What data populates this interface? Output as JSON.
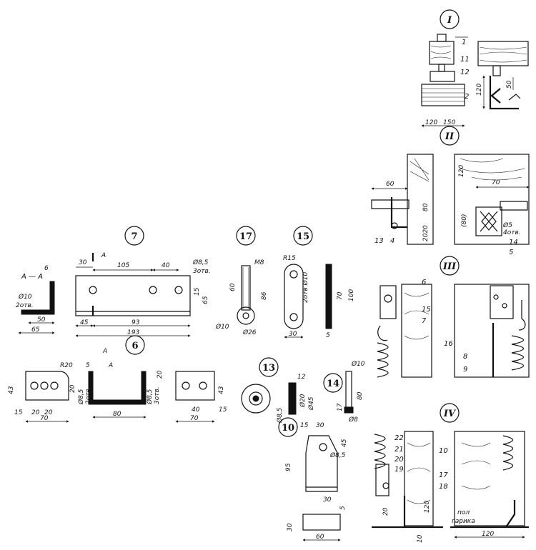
{
  "views": {
    "I": "I",
    "II": "II",
    "III": "III",
    "IV": "IV"
  },
  "parts": {
    "p7": "7",
    "p17": "17",
    "p15": "15",
    "p6": "6",
    "p13": "13",
    "p14": "14",
    "p10": "10"
  },
  "callouts": {
    "c1": "1",
    "c11": "11",
    "c12": "12",
    "c2": "2",
    "c13": "13",
    "c4": "4",
    "c14": "14",
    "c5": "5",
    "c6": "6",
    "c15": "15",
    "c7": "7",
    "c16": "16",
    "c8": "8",
    "c9": "9",
    "c22": "22",
    "c21": "21",
    "c20": "20",
    "c19": "19",
    "c10": "10",
    "c17": "17",
    "c18": "18"
  },
  "dims_I": {
    "d120v": "120",
    "d50": "50",
    "d120h": "120",
    "d150": "150"
  },
  "dims_II": {
    "d60": "60",
    "d80": "80",
    "d2020": "2020",
    "d120": "120",
    "d70": "70",
    "d80p": "(80)",
    "phi5": "Ø5",
    "holes4": "4отв."
  },
  "dims_7": {
    "section": "А — А",
    "d6": "6",
    "phi10": "Ø10",
    "holes2": "2отв.",
    "d50": "50",
    "d65": "65",
    "cut": "А",
    "d30": "30",
    "d105": "105",
    "d40": "40",
    "phi85": "Ø8,5",
    "holes3": "3отв.",
    "d15": "15",
    "d65b": "65",
    "d45": "45",
    "d93": "93",
    "d193": "193"
  },
  "dims_17": {
    "m8": "М8",
    "d60": "60",
    "d86": "86",
    "phi10": "Ø10",
    "phi26": "Ø26"
  },
  "dims_15": {
    "r15": "R15",
    "holes2": "2отв Ø10",
    "d70": "70",
    "d100": "100",
    "d30": "30",
    "d5": "5"
  },
  "dims_6": {
    "r20": "R20",
    "d43": "43",
    "d15": "15",
    "d20a": "20",
    "d20b": "20",
    "d20c": "20",
    "d70": "70",
    "d5": "5",
    "cut": "А",
    "phi85a": "Ø8,5",
    "holes2": "2отв.",
    "d80": "80",
    "d20d": "20",
    "phi85b": "Ø8,5",
    "holes3": "3отв.",
    "d40": "40",
    "d70b": "70",
    "d15b": "15",
    "d43b": "43"
  },
  "dims_13": {
    "d12": "12",
    "phi20": "Ø20",
    "phi45": "Ø45",
    "phi85": "Ø8,5"
  },
  "dims_14": {
    "phi10": "Ø10",
    "d80": "80",
    "d17": "17",
    "phi8": "Ø8"
  },
  "dims_10": {
    "d15": "15",
    "d30": "30",
    "d45": "45",
    "phi85": "Ø8,5",
    "d95": "95",
    "d30b": "30",
    "d5": "5",
    "d30c": "30",
    "d60": "60"
  },
  "dims_IV": {
    "d20": "20",
    "d120v": "120",
    "d10": "10",
    "floor1": "пол",
    "floor2": "гаpика",
    "d120h": "120"
  }
}
